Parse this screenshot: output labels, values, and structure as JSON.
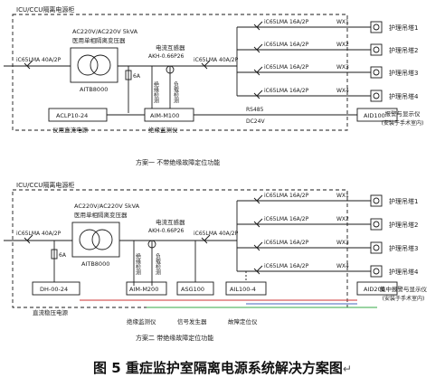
{
  "scheme1": {
    "panel_title": "ICU/CCU隔离电源柜",
    "transformer_title_1": "AC220V/AC220V 5kVA",
    "transformer_title_2": "医用单相隔离变压器",
    "transformer_model": "AITB8000",
    "main_breaker": "iC65LMA 40A/2P",
    "out_breaker": "iC65LMA 40A/2P",
    "fuse": "6A",
    "ct_title": "电流互感器",
    "ct_model": "AKH-0.66P26",
    "insulation_label": "绝缘检测",
    "load_label": "负载检测",
    "psu_model": "ACLP10-24",
    "psu_caption": "仪用直流电源",
    "monitor_model": "AIM-M100",
    "monitor_caption": "绝缘监测仪",
    "bus_rs485": "RS485",
    "bus_dc24v": "DC24V",
    "display_model": "AID100",
    "display_caption_1": "报警与显示仪",
    "display_caption_2": "(安装于手术室内)",
    "branches": [
      {
        "breaker": "iC65LMA 16A/2P",
        "wire": "WX1",
        "terminal": "护理吊塔1"
      },
      {
        "breaker": "iC65LMA 16A/2P",
        "wire": "WX2",
        "terminal": "护理吊塔2"
      },
      {
        "breaker": "iC65LMA 16A/2P",
        "wire": "WX3",
        "terminal": "护理吊塔3"
      },
      {
        "breaker": "iC65LMA 16A/2P",
        "wire": "WX4",
        "terminal": "护理吊塔4"
      }
    ],
    "scheme_caption": "方案一   不带绝缘故障定位功能"
  },
  "scheme2": {
    "panel_title": "ICU/CCU隔离电源柜",
    "transformer_title_1": "AC220V/AC220V 5kVA",
    "transformer_title_2": "医用单相隔离变压器",
    "transformer_model": "AITB8000",
    "main_breaker": "iC65LMA 40A/2P",
    "out_breaker": "iC65LMA 40A/2P",
    "fuse": "6A",
    "ct_title": "电流互感器",
    "ct_model": "AKH-0.66P26",
    "insulation_label": "绝缘检测",
    "load_label": "负载检测",
    "psu_model": "DH-00-24",
    "psu_caption": "直流稳压电源",
    "monitor_model": "AIM-M200",
    "monitor_caption": "绝缘监测仪",
    "signal_model": "ASG100",
    "signal_caption": "信号发生器",
    "locator_model": "AIL100-4",
    "locator_caption": "故障定位仪",
    "display_model": "AID200",
    "display_caption_1": "集中报警与显示仪",
    "display_caption_2": "(安装于手术室内)",
    "branches": [
      {
        "breaker": "iC65LMA 16A/2P",
        "wire": "WX1",
        "terminal": "护理吊塔1"
      },
      {
        "breaker": "iC65LMA 16A/2P",
        "wire": "WX2",
        "terminal": "护理吊塔2"
      },
      {
        "breaker": "iC65LMA 16A/2P",
        "wire": "WX3",
        "terminal": "护理吊塔3"
      },
      {
        "breaker": "iC65LMA 16A/2P",
        "wire": "WX4",
        "terminal": "护理吊塔4"
      }
    ],
    "scheme_caption": "方案二   带绝缘故障定位功能"
  },
  "figure_caption": "图 5  重症监护室隔离电源系统解决方案图",
  "caption_mark": "↵",
  "colors": {
    "line": "#1a1a1a",
    "bus_red": "#cc3333",
    "bus_green": "#33aa44",
    "bus_blue": "#4466bb"
  }
}
